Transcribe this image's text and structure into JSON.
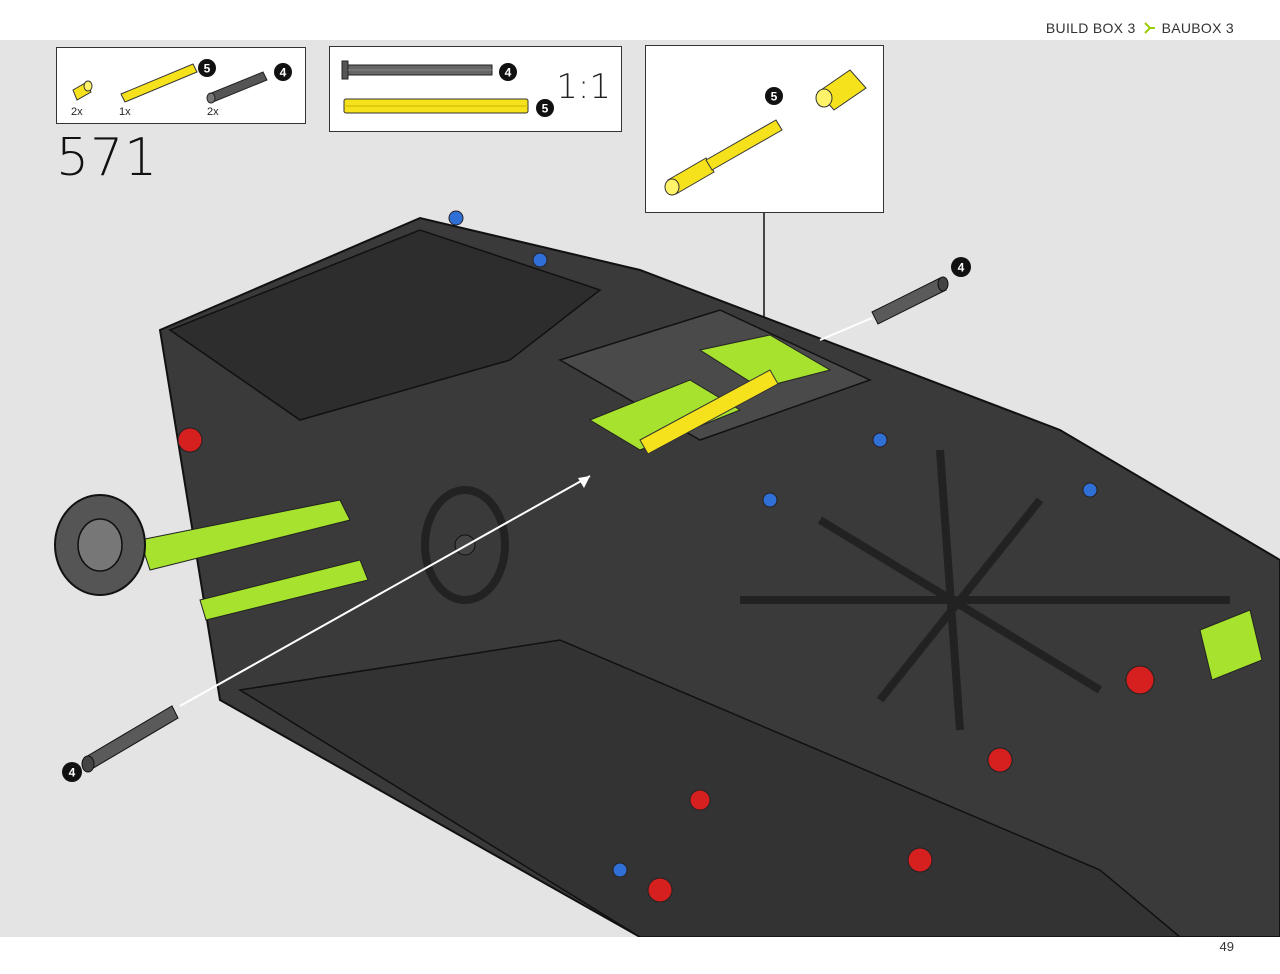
{
  "header": {
    "build_box": "BUILD BOX 3",
    "baubox": "BAUBOX 3",
    "accent_color": "#9ccc00"
  },
  "step": {
    "number": "571"
  },
  "parts_list": {
    "items": [
      {
        "qty": "2x",
        "icon": "yellow-connector-icon"
      },
      {
        "qty": "1x",
        "icon": "yellow-axle-icon",
        "badge": "5"
      },
      {
        "qty": "2x",
        "icon": "gray-pin-icon",
        "badge": "4"
      }
    ]
  },
  "scale_box": {
    "scale": "1:1",
    "rows": [
      {
        "badge": "4",
        "icon": "gray-axle-life-size-icon"
      },
      {
        "badge": "5",
        "icon": "yellow-axle-life-size-icon"
      }
    ]
  },
  "callout": {
    "badge": "5"
  },
  "main": {
    "badge_top_right": "4",
    "badge_bottom_left": "4"
  },
  "footer": {
    "page": "49"
  }
}
